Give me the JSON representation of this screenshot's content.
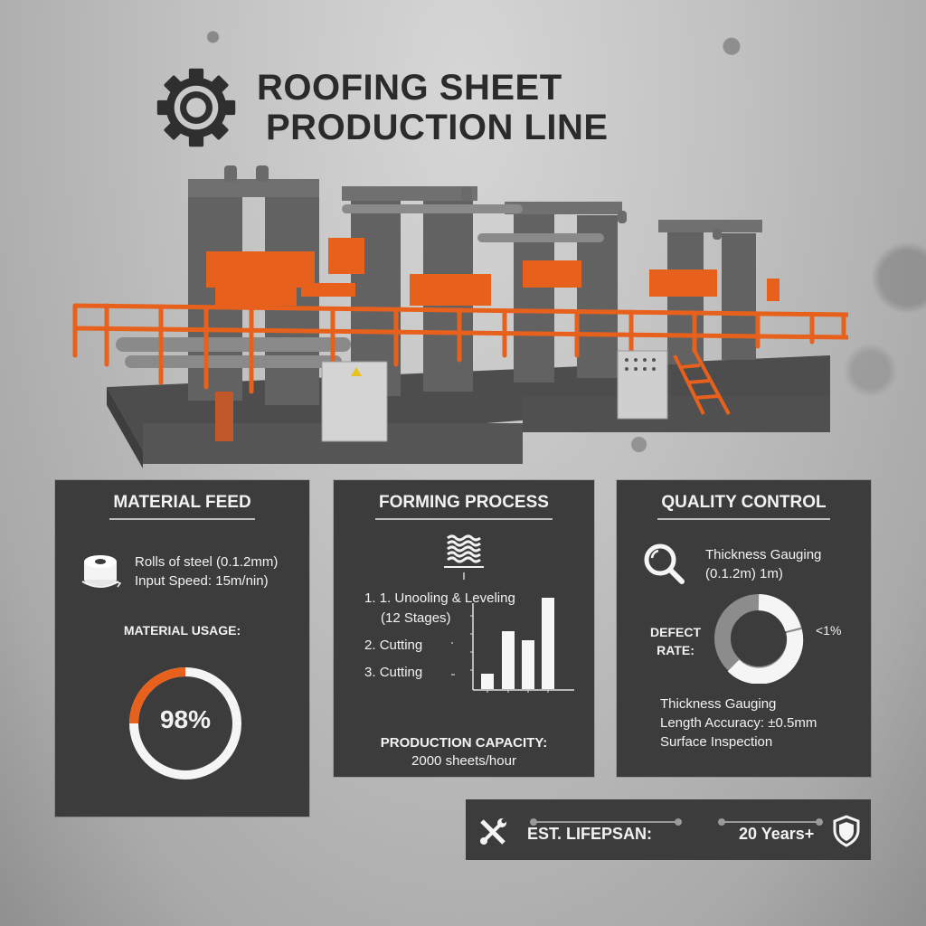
{
  "header": {
    "icon": "gear-icon",
    "title_line1": "ROOFING SHEET",
    "title_line2": "PRODUCTION LINE"
  },
  "hero": {
    "image": "roll-forming-machine-illustration",
    "colors": {
      "frame": "#5f5f5f",
      "accent": "#e8611c",
      "cabinet": "#cfcfcf"
    }
  },
  "material_feed": {
    "title": "MATERIAL FEED",
    "icon": "steel-coil-icon",
    "line1": "Rolls of steel (0.1.2mm)",
    "line2": "Input Speed: 15m/nin)",
    "usage_label": "MATERIAL USAGE:",
    "usage_value": "98%",
    "usage_percent": 98,
    "ring_colors": {
      "accent": "#e8611c",
      "base": "#f5f5f5"
    }
  },
  "forming_process": {
    "title": "FORMING PROCESS",
    "icon": "corrugated-sheets-icon",
    "steps": [
      {
        "num": "1.",
        "label": "1. Unooling & Leveling",
        "sub": "(12 Stages)"
      },
      {
        "num": "2.",
        "label": "Cutting"
      },
      {
        "num": "3.",
        "label": "Cutting"
      }
    ],
    "capacity_label": "PRODUCTION CAPACITY:",
    "capacity_value": "2000 sheets/hour"
  },
  "quality_control": {
    "title": "QUALITY CONTROL",
    "icon": "magnifier-icon",
    "line1": "Thickness Gauging",
    "line2": "(0.1.2m) 1m)",
    "defect_label_1": "DEFECT",
    "defect_label_2": "RATE:",
    "defect_value": "<1%",
    "checks": [
      "Thickness Gauging",
      "Length Accuracy: ±0.5mm",
      "Surface Inspection"
    ]
  },
  "lifespan": {
    "icon_left": "tools-icon",
    "label": "EST. LIFEPSAN:",
    "value": "20 Years+",
    "icon_right": "shield-icon"
  },
  "chart_data": [
    {
      "type": "bar",
      "title": "",
      "categories": [
        "1",
        "2",
        "3",
        "4"
      ],
      "values": [
        15,
        62,
        52,
        100
      ],
      "xlabel": "",
      "ylabel": "",
      "ylim": [
        0,
        100
      ],
      "grid": false,
      "note": "Unlabeled decorative bar chart in Forming Process panel; heights relative"
    },
    {
      "type": "pie",
      "title": "DEFECT RATE:",
      "labels": [
        "segment-white-1",
        "segment-white-2",
        "segment-gray"
      ],
      "values": [
        20,
        45,
        35
      ],
      "annotation": "<1%",
      "note": "Donut ring, relative segment sizes estimated"
    },
    {
      "type": "pie",
      "title": "MATERIAL USAGE:",
      "labels": [
        "orange",
        "white"
      ],
      "values": [
        25,
        75
      ],
      "annotation": "98%",
      "note": "Progress ring; orange arc visually spans ~1/4 of ring"
    }
  ]
}
